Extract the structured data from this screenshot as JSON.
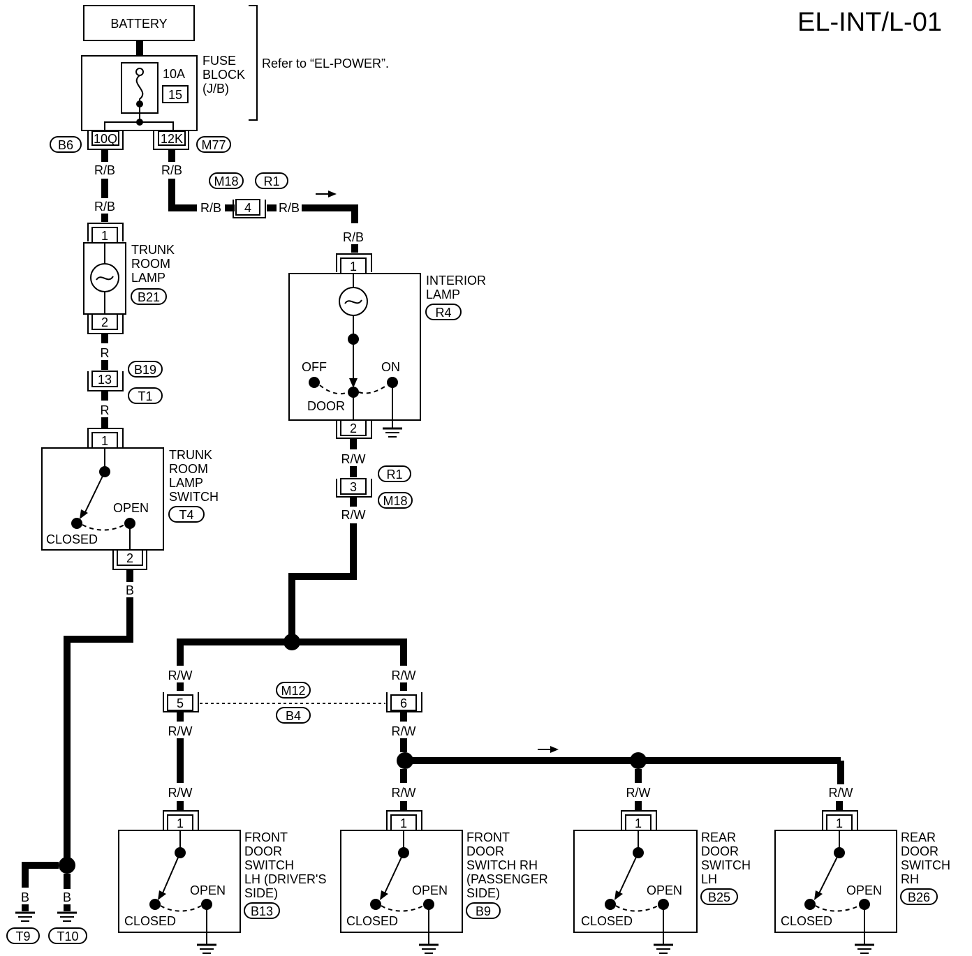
{
  "page_code": "EL-INT/L-01",
  "battery": "BATTERY",
  "fuse_block": {
    "label_line1": "FUSE",
    "label_line2": "BLOCK",
    "label_line3": "(J/B)",
    "rating": "10A",
    "fuse_no": "15",
    "note": "Refer to “EL-POWER”.",
    "term_left": "10Q",
    "term_right": "12K",
    "conn_left": "B6",
    "conn_right": "M77"
  },
  "wires": {
    "rb": "R/B",
    "r": "R",
    "b": "B",
    "rw": "R/W"
  },
  "connectors": {
    "m18": "M18",
    "r1": "R1",
    "pin4": "4",
    "pin3": "3",
    "pin13": "13",
    "b19": "B19",
    "t1": "T1",
    "m12": "M12",
    "b4": "B4",
    "pin5": "5",
    "pin6": "6",
    "pin1": "1",
    "pin2": "2"
  },
  "trunk_lamp": {
    "line1": "TRUNK",
    "line2": "ROOM",
    "line3": "LAMP",
    "conn": "B21"
  },
  "trunk_switch": {
    "line1": "TRUNK",
    "line2": "ROOM",
    "line3": "LAMP",
    "line4": "SWITCH",
    "conn": "T4",
    "open": "OPEN",
    "closed": "CLOSED"
  },
  "interior_lamp": {
    "line1": "INTERIOR",
    "line2": "LAMP",
    "conn": "R4",
    "off": "OFF",
    "on": "ON",
    "door": "DOOR"
  },
  "grounds": {
    "t9": "T9",
    "t10": "T10"
  },
  "switch_states": {
    "open": "OPEN",
    "closed": "CLOSED"
  },
  "front_lh": {
    "line1": "FRONT",
    "line2": "DOOR",
    "line3": "SWITCH",
    "line4": "LH (DRIVER'S",
    "line5": "SIDE)",
    "conn": "B13"
  },
  "front_rh": {
    "line1": "FRONT",
    "line2": "DOOR",
    "line3": "SWITCH RH",
    "line4": "(PASSENGER",
    "line5": "SIDE)",
    "conn": "B9"
  },
  "rear_lh": {
    "line1": "REAR",
    "line2": "DOOR",
    "line3": "SWITCH",
    "line4": "LH",
    "conn": "B25"
  },
  "rear_rh": {
    "line1": "REAR",
    "line2": "DOOR",
    "line3": "SWITCH",
    "line4": "RH",
    "conn": "B26"
  }
}
